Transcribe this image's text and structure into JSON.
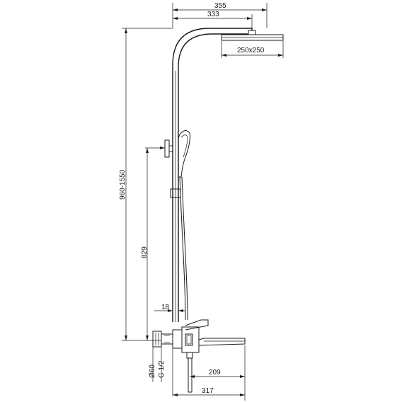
{
  "dimensions": {
    "overall_width": "355",
    "head_reach": "333",
    "head_size": "250x250",
    "height_range": "960-1550",
    "holder_height": "829",
    "hose_offset": "18",
    "spout_length": "209",
    "projection": "317",
    "escutcheon_diameter": "Ø60",
    "thread": "G 1/2"
  }
}
